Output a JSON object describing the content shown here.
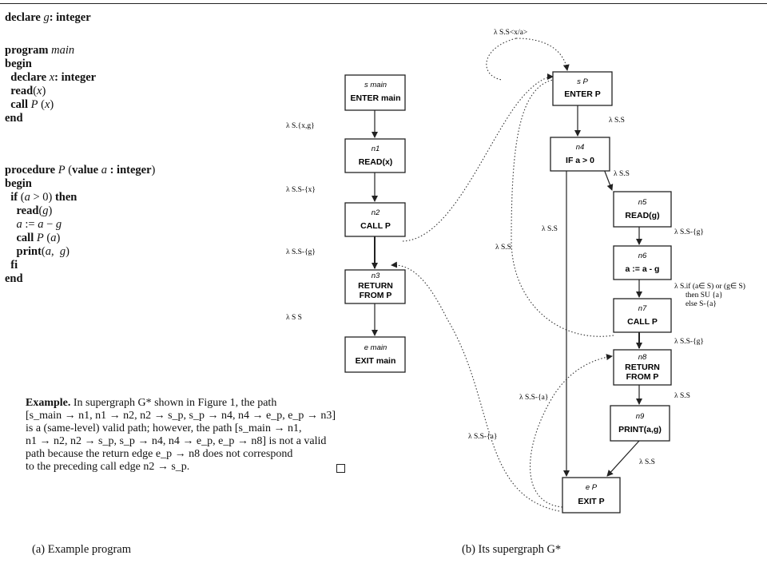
{
  "program": {
    "lines": [
      [
        "kw:declare ",
        "id:g",
        "kw:: integer"
      ],
      [],
      [
        "kw:program ",
        "id:main"
      ],
      [
        "kw:begin"
      ],
      [
        "t:  ",
        "kw:declare ",
        "id:x",
        "kw:: integer"
      ],
      [
        "t:  ",
        "kw:read",
        "t:(",
        "id:x",
        "t:)"
      ],
      [
        "t:  ",
        "kw:call ",
        "id:P",
        "t: (",
        "id:x",
        "t:)"
      ],
      [
        "kw:end"
      ],
      [],
      [],
      [
        "kw:procedure ",
        "id:P",
        "t: (",
        "kw:value ",
        "id:a",
        "kw: : integer",
        "t:)"
      ],
      [
        "kw:begin"
      ],
      [
        "t:  ",
        "kw:if ",
        "t:(",
        "id:a",
        "t: > 0) ",
        "kw:then"
      ],
      [
        "t:    ",
        "kw:read",
        "t:(",
        "id:g",
        "t:)"
      ],
      [
        "t:    ",
        "id:a",
        "t: := ",
        "id:a",
        "t: − ",
        "id:g"
      ],
      [
        "t:    ",
        "kw:call ",
        "id:P",
        "t: (",
        "id:a",
        "t:)"
      ],
      [
        "t:    ",
        "kw:print",
        "t:(",
        "id:a",
        "t:,  ",
        "id:g",
        "t:)"
      ],
      [
        "t:  ",
        "kw:fi"
      ],
      [
        "kw:end"
      ]
    ]
  },
  "example": {
    "lead": "Example.",
    "lines": [
      " In supergraph G* shown in Figure 1, the path",
      "[s_main → n1, n1 → n2, n2 → s_p, s_p → n4, n4 → e_p, e_p → n3]",
      "is a (same-level) valid path; however, the path [s_main → n1,",
      "n1 → n2, n2 → s_p, s_p → n4, n4 → e_p, e_p → n8] is not a valid",
      "path because the return edge e_p → n8 does not correspond",
      "to the preceding call edge n2 → s_p."
    ]
  },
  "captions": {
    "a": "(a) Example program",
    "b": "(b) Its supergraph G*"
  },
  "graph": {
    "nodes": {
      "smain": {
        "top": "s main",
        "label": "ENTER main"
      },
      "n1": {
        "top": "n1",
        "label": "READ(x)"
      },
      "n2": {
        "top": "n2",
        "label": "CALL P"
      },
      "n3": {
        "top": "n3",
        "label": "RETURN",
        "label2": "FROM P"
      },
      "emain": {
        "top": "e main",
        "label": "EXIT main"
      },
      "sp": {
        "top": "s P",
        "label": "ENTER P"
      },
      "n4": {
        "top": "n4",
        "label": "IF a > 0"
      },
      "n5": {
        "top": "n5",
        "label": "READ(g)"
      },
      "n6": {
        "top": "n6",
        "label": "a := a - g"
      },
      "n7": {
        "top": "n7",
        "label": "CALL P"
      },
      "n8": {
        "top": "n8",
        "label": "RETURN",
        "label2": "FROM P"
      },
      "n9": {
        "top": "n9",
        "label": "PRINT(a,g)"
      },
      "ep": {
        "top": "e P",
        "label": "EXIT P"
      }
    },
    "lambdas": {
      "l1": "λ S.{x,g}",
      "l2": "λ S.S-{x}",
      "l3": "λ S.S-{g}",
      "l4": "λ S S",
      "top": "λ S.S<x/a>",
      "spn4": "λ S.S",
      "n4n5": "λ S.S",
      "n4ep": "λ S.S",
      "leftdot": "λ S.S",
      "n5n6": "λ S.S-{g}",
      "n6a": "λ S.if (a∈ S) or (g∈ S)",
      "n6b": "then SU {a}",
      "n6c": "else S-{a}",
      "n7n8": "λ S.S-{g}",
      "n8n9": "λ S.S",
      "n9ep": "λ S.S",
      "retn8": "λ S.S-{a}",
      "retn3": "λ S.S-{a}"
    }
  }
}
